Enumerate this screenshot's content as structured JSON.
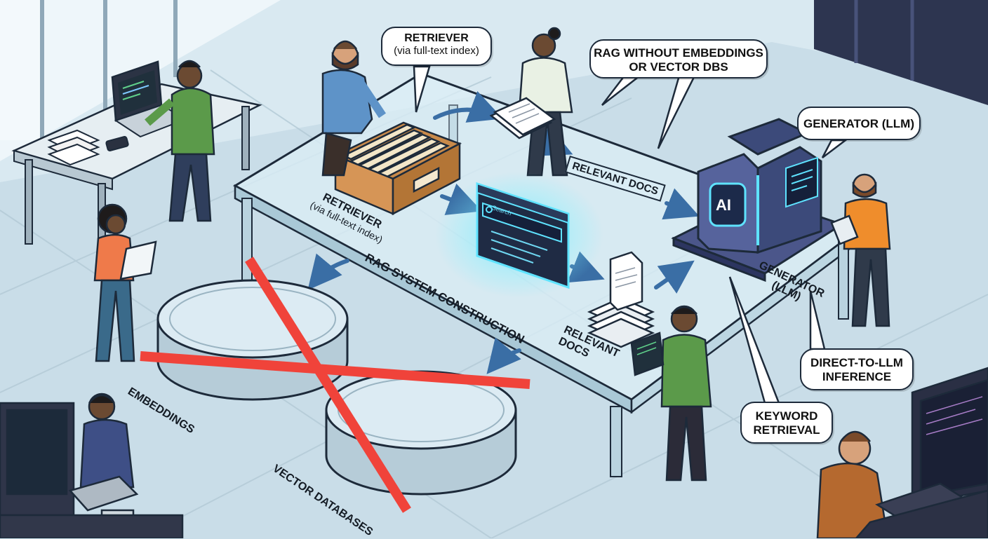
{
  "callouts": {
    "retriever_title": "RETRIEVER",
    "retriever_sub": "(via full-text index)",
    "rag_no_embed_line1": "RAG WITHOUT EMBEDDINGS",
    "rag_no_embed_line2": "OR VECTOR DBS",
    "generator": "GENERATOR (LLM)",
    "direct_line1": "DIRECT-TO-LLM",
    "direct_line2": "INFERENCE",
    "keyword_line1": "KEYWORD",
    "keyword_line2": "RETRIEVAL"
  },
  "table_labels": {
    "retriever_title": "RETRIEVER",
    "retriever_sub": "(via full-text index)",
    "relevant_docs_top": "RELEVANT DOCS",
    "rag_system": "RAG SYSTEM CONSTRUCTION",
    "relevant_docs_1": "RELEVANT",
    "relevant_docs_2": "DOCS",
    "generator_1": "GENERATOR",
    "generator_2": "(LLM)"
  },
  "floor_labels": {
    "embeddings": "EMBEDDINGS",
    "vector_databases": "VECTOR DATABASES"
  },
  "search_window": {
    "placeholder": "Search"
  },
  "ai_machine": {
    "badge": "AI"
  },
  "colors": {
    "floor": "#c9dde8",
    "table_glass": "#dbeef6",
    "cross": "#f0433a",
    "arrow": "#3a6ea5",
    "glow": "#5fe3ff",
    "machine": "#3c4a7a"
  }
}
